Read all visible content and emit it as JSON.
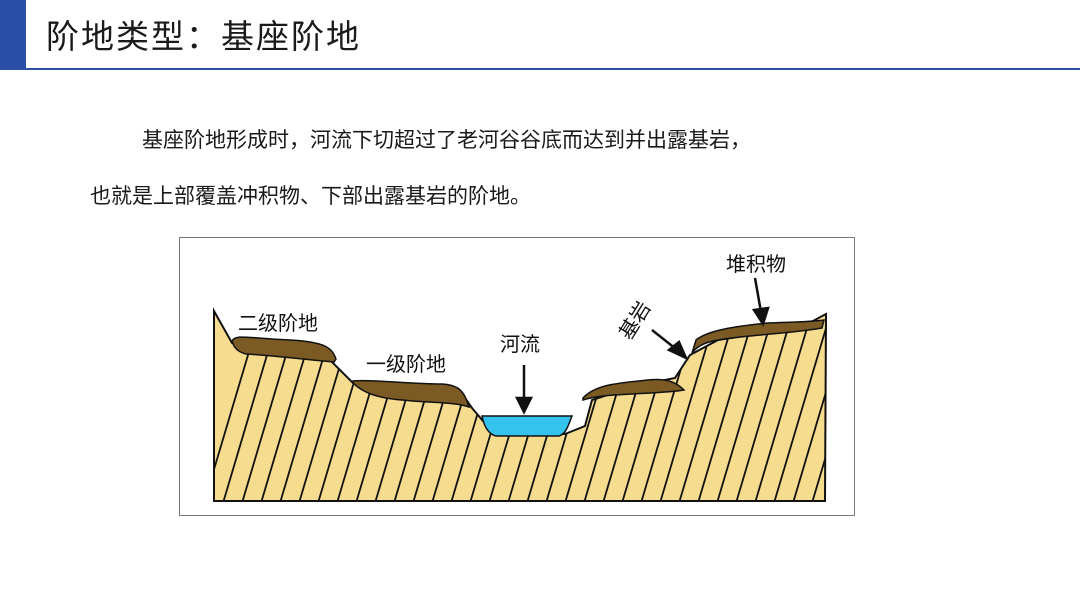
{
  "header": {
    "title": "阶地类型：基座阶地"
  },
  "paragraph": {
    "line1": "基座阶地形成时，河流下切超过了老河谷谷底而达到并出露基岩，",
    "line2": "也就是上部覆盖冲积物、下部出露基岩的阶地。"
  },
  "diagram": {
    "labels": {
      "terrace_2": "二级阶地",
      "terrace_1": "一级阶地",
      "river": "河流",
      "bedrock": "基岩",
      "sediment": "堆积物"
    },
    "colors": {
      "bedrock_fill": "#f6dc8e",
      "sediment_fill": "#7b5b23",
      "water_fill": "#33c3ec",
      "accent": "#2a4fa8"
    }
  }
}
